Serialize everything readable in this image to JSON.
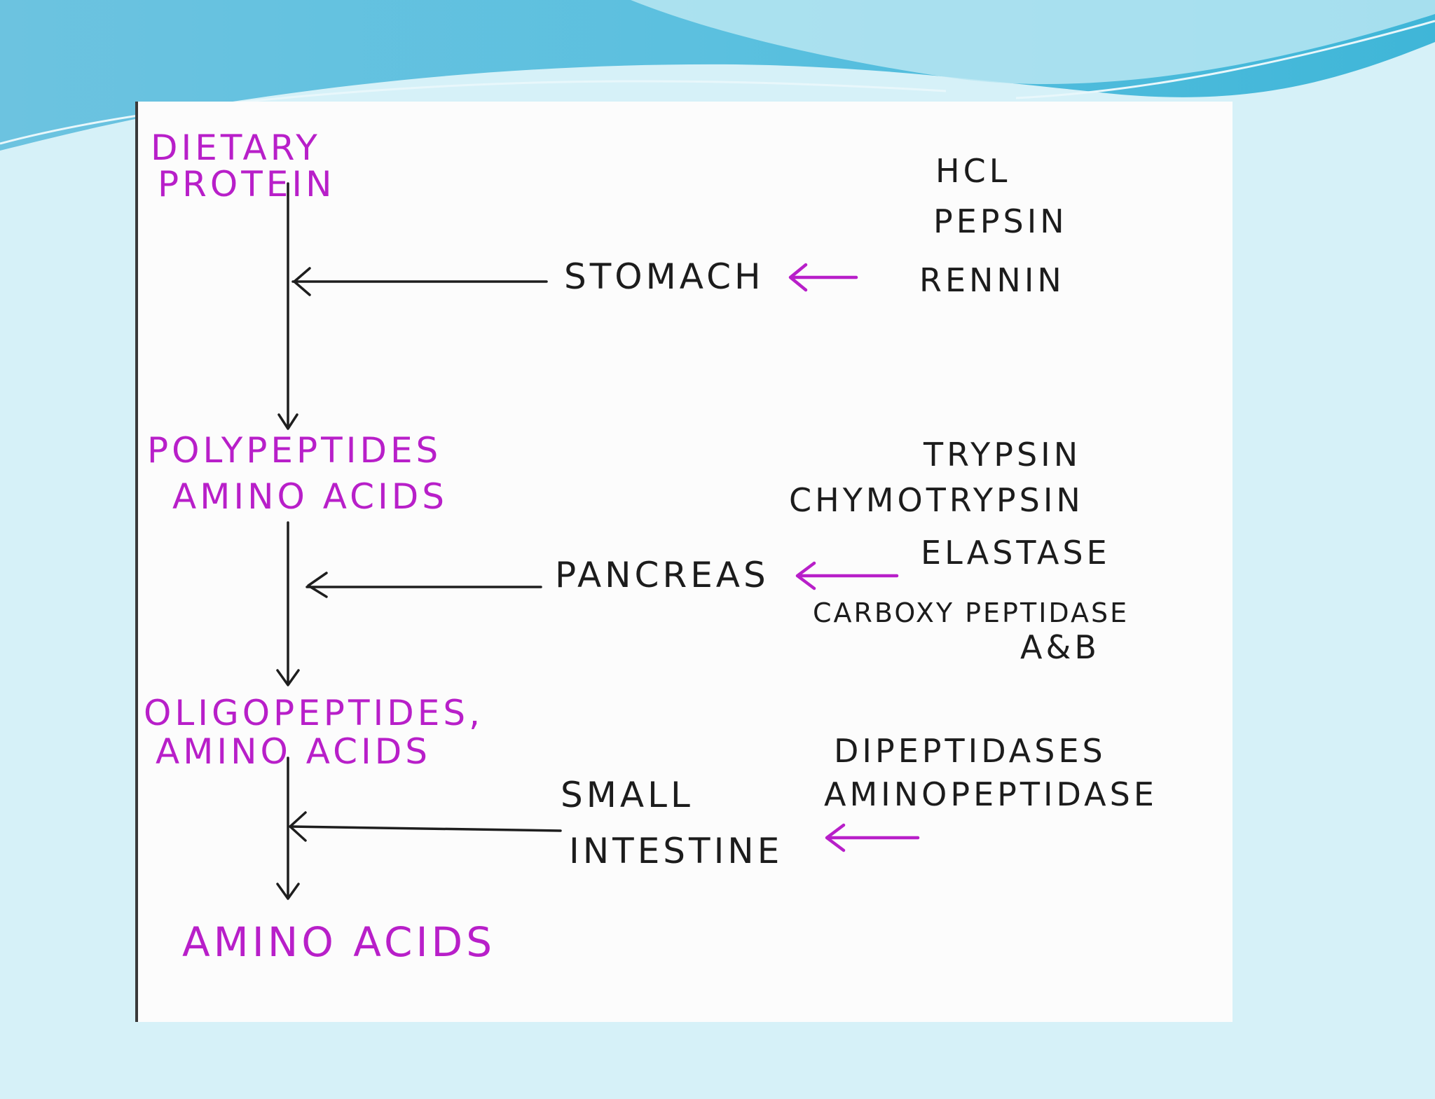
{
  "stages": {
    "dietary_protein_line1": "DIETARY",
    "dietary_protein_line2": "PROTEIN",
    "polypeptides_line1": "POLYPEPTIDES",
    "polypeptides_line2": "AMINO  ACIDS",
    "oligopeptides_line1": "OLIGOPEPTIDES,",
    "oligopeptides_line2": "AMINO  ACIDS",
    "final": "AMINO  ACIDS"
  },
  "organs": {
    "stomach": "STOMACH",
    "pancreas": "PANCREAS",
    "small_intestine_line1": "SMALL",
    "small_intestine_line2": "INTESTINE"
  },
  "enzymes": {
    "stomach": [
      "HCL",
      "PEPSIN",
      "RENNIN"
    ],
    "pancreas": [
      "TRYPSIN",
      "CHYMOTRYPSIN",
      "ELASTASE",
      "CARBOXY PEPTIDASE",
      "A&B"
    ],
    "small_intestine": [
      "DIPEPTIDASES",
      "AMINOPEPTIDASE"
    ]
  },
  "colors": {
    "stage_text": "#b81fc9",
    "organ_text": "#1c1c1c",
    "background": "#d6f1f8",
    "panel": "#fcfcfc"
  }
}
